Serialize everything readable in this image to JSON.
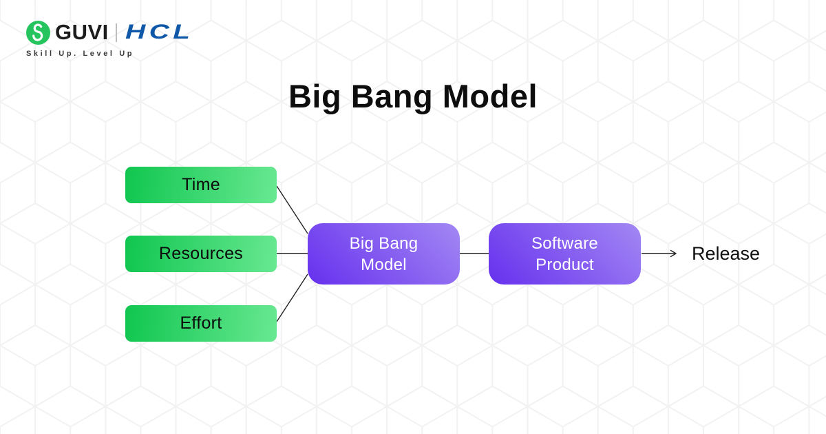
{
  "header": {
    "brand_primary": "GUVI",
    "brand_secondary": "HCL",
    "tagline": "Skill Up. Level Up"
  },
  "title": "Big Bang Model",
  "diagram": {
    "type": "flow",
    "inputs": [
      {
        "label": "Time"
      },
      {
        "label": "Resources"
      },
      {
        "label": "Effort"
      }
    ],
    "center_node": {
      "lines": [
        "Big Bang",
        "Model"
      ]
    },
    "output_node": {
      "lines": [
        "Software",
        "Product"
      ]
    },
    "result_label": "Release"
  },
  "colors": {
    "guvi_green": "#26c45e",
    "hcl_blue": "#0f58a8",
    "green_gradient_start": "#10c64f",
    "green_gradient_end": "#68e892",
    "purple_gradient_start": "#6630ee",
    "purple_gradient_end": "#a388f3",
    "connector": "#222222",
    "pattern_line": "#f2f2f2",
    "background": "#ffffff"
  }
}
